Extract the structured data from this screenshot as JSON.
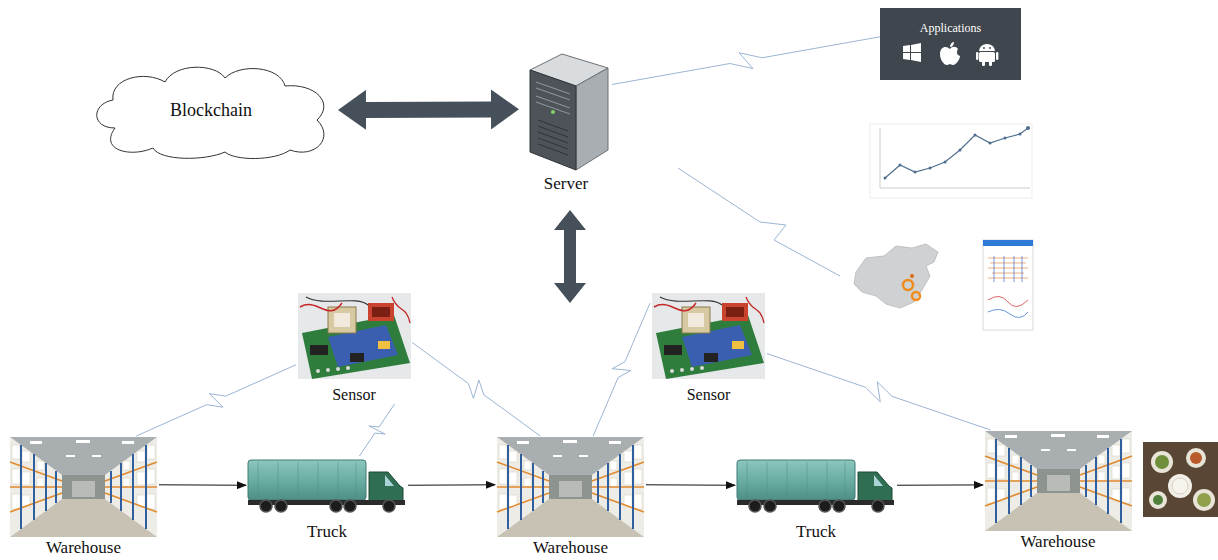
{
  "diagram": {
    "nodes": [
      {
        "text": [
          "Blockchain"
        ]
      },
      {
        "text": [
          "Server"
        ]
      },
      {
        "text": [
          "Applications"
        ]
      },
      {
        "text": [
          "Sensor"
        ]
      },
      {
        "text": [
          "Sensor"
        ]
      },
      {
        "text": [
          "Warehouse"
        ]
      },
      {
        "text": [
          "Truck"
        ]
      },
      {
        "text": [
          "Warehouse"
        ]
      },
      {
        "text": [
          "Truck"
        ]
      },
      {
        "text": [
          "Warehouse"
        ]
      }
    ],
    "edges": [
      {
        "from": 0,
        "to": 1,
        "arrow": "both"
      },
      {
        "from": 1,
        "to": 2,
        "arrow": "none"
      },
      {
        "from": 3,
        "to": 5,
        "arrow": "none"
      },
      {
        "from": 3,
        "to": 6,
        "arrow": "none"
      },
      {
        "from": 3,
        "to": 7,
        "arrow": "none"
      },
      {
        "from": 4,
        "to": 7,
        "arrow": "none"
      },
      {
        "from": 4,
        "to": 9,
        "arrow": "none"
      },
      {
        "from": 5,
        "to": 6,
        "arrow": "to"
      },
      {
        "from": 6,
        "to": 7,
        "arrow": "to"
      },
      {
        "from": 7,
        "to": 8,
        "arrow": "to"
      },
      {
        "from": 8,
        "to": 9,
        "arrow": "to"
      }
    ]
  }
}
